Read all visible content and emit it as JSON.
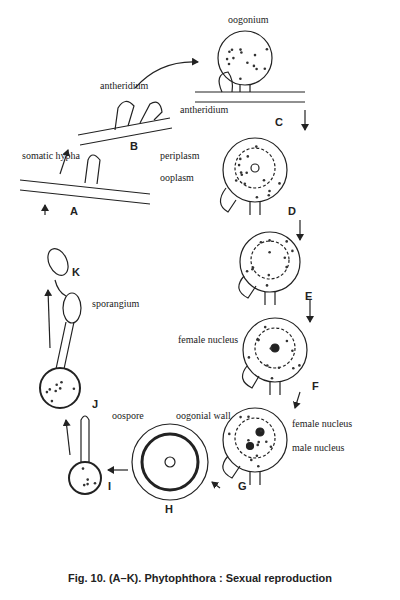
{
  "diagram": {
    "caption": "Fig. 10. (A–K). Phytophthora : Sexual reproduction",
    "labels": [
      "A",
      "B",
      "C",
      "D",
      "E",
      "F",
      "G",
      "H",
      "I",
      "J",
      "K",
      "antheridium",
      "oogonium",
      "antheridium",
      "periplasm",
      "ooplasm",
      "female nucleus",
      "female nucleus",
      "male nucleus",
      "oospore",
      "oogonial wall",
      "sporangium",
      "somatic hypha"
    ]
  }
}
